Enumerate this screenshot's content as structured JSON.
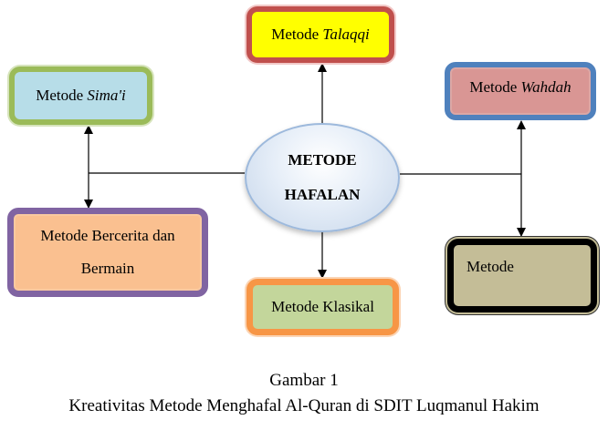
{
  "center": {
    "line1": "METODE",
    "line2": "HAFALAN"
  },
  "nodes": {
    "talaqqi": {
      "prefix": "Metode ",
      "italic": "Talaqqi"
    },
    "simai": {
      "prefix": "Metode ",
      "italic": "Sima'i"
    },
    "wahdah": {
      "prefix": "Metode ",
      "italic": "Wahdah"
    },
    "bercerita": {
      "line1": "Metode Bercerita dan",
      "line2": "Bermain"
    },
    "klasikal": {
      "label": "Metode Klasikal"
    },
    "metode": {
      "label": "Metode"
    }
  },
  "caption": {
    "title": "Gambar 1",
    "subtitle": "Kreativitas Metode Menghafal Al-Quran di SDIT Luqmanul Hakim"
  },
  "colors": {
    "talaqqi_fill": "#ffff00",
    "talaqqi_border": "#c0504d",
    "simai_fill": "#b7dde8",
    "simai_border": "#9bbb59",
    "wahdah_fill": "#d99694",
    "wahdah_border": "#4f81bd",
    "bercerita_fill": "#fac090",
    "bercerita_border": "#8064a2",
    "klasikal_fill": "#c3d69b",
    "klasikal_border": "#f79646",
    "metode_fill": "#c4bd97",
    "metode_border": "#000000"
  }
}
